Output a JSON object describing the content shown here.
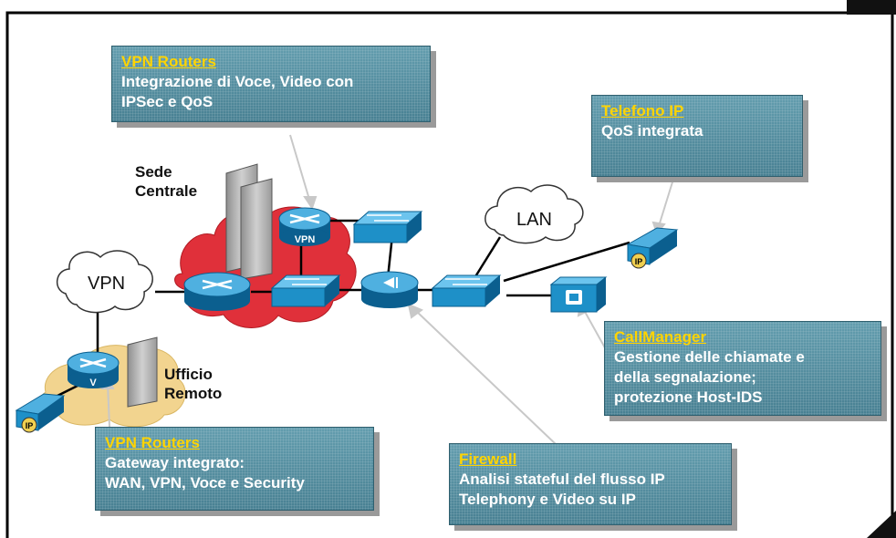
{
  "callouts": {
    "vpn_top": {
      "title": "VPN Routers",
      "lines": [
        "Integrazione di Voce, Video con",
        "IPSec e QoS"
      ]
    },
    "telefono": {
      "title": "Telefono IP",
      "lines": [
        "QoS integrata"
      ]
    },
    "callmanager": {
      "title": "CallManager",
      "lines": [
        "Gestione delle chiamate e",
        "della segnalazione;",
        "protezione Host-IDS"
      ]
    },
    "vpn_bottom": {
      "title": "VPN Routers",
      "lines": [
        "Gateway integrato:",
        "WAN, VPN, Voce e Security"
      ]
    },
    "firewall": {
      "title": "Firewall",
      "lines": [
        "Analisi stateful del flusso IP",
        "Telephony e Video su IP"
      ]
    }
  },
  "labels": {
    "sede": [
      "Sede",
      "Centrale"
    ],
    "ufficio": [
      "Ufficio",
      "Remoto"
    ],
    "lan_cloud": "LAN",
    "vpn_cloud": "VPN",
    "router_vpn_badge": "VPN",
    "router_remote_badge": "V",
    "phone_badge": "IP"
  },
  "colors": {
    "device_blue": "#1e90c8",
    "device_dark": "#0b5f8f",
    "red_cloud": "#e0303a",
    "tan_area": "#f2d48f",
    "callout_bg": "#4f8c9e",
    "callout_title": "#ffd400"
  }
}
